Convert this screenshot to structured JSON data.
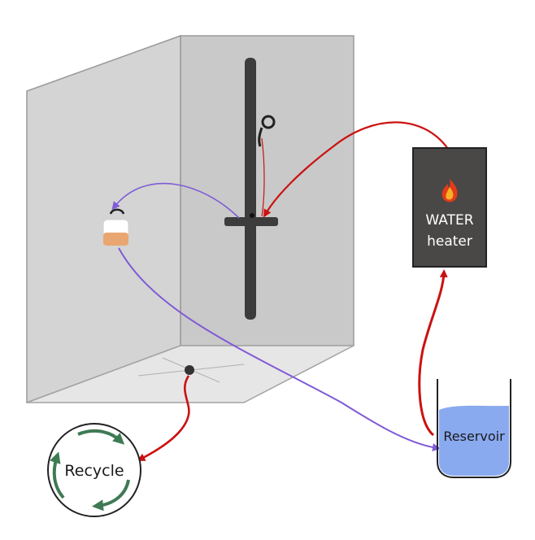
{
  "labels": {
    "heater_line1": "WATER",
    "heater_line2": "heater",
    "reservoir": "Reservoir",
    "recycle": "Recycle"
  },
  "icons": {
    "heater": "flame-icon",
    "recycle": "recycle-arrows-icon"
  },
  "colors": {
    "hot_line": "#cc1111",
    "cold_line": "#7f5bd6",
    "shower_wall": "#cfcfcf",
    "shower_back": "#bdbdbd",
    "heater_body": "#4a4747",
    "reservoir_water": "#8aaaf0",
    "recycle_arrows": "#3f7a55"
  }
}
